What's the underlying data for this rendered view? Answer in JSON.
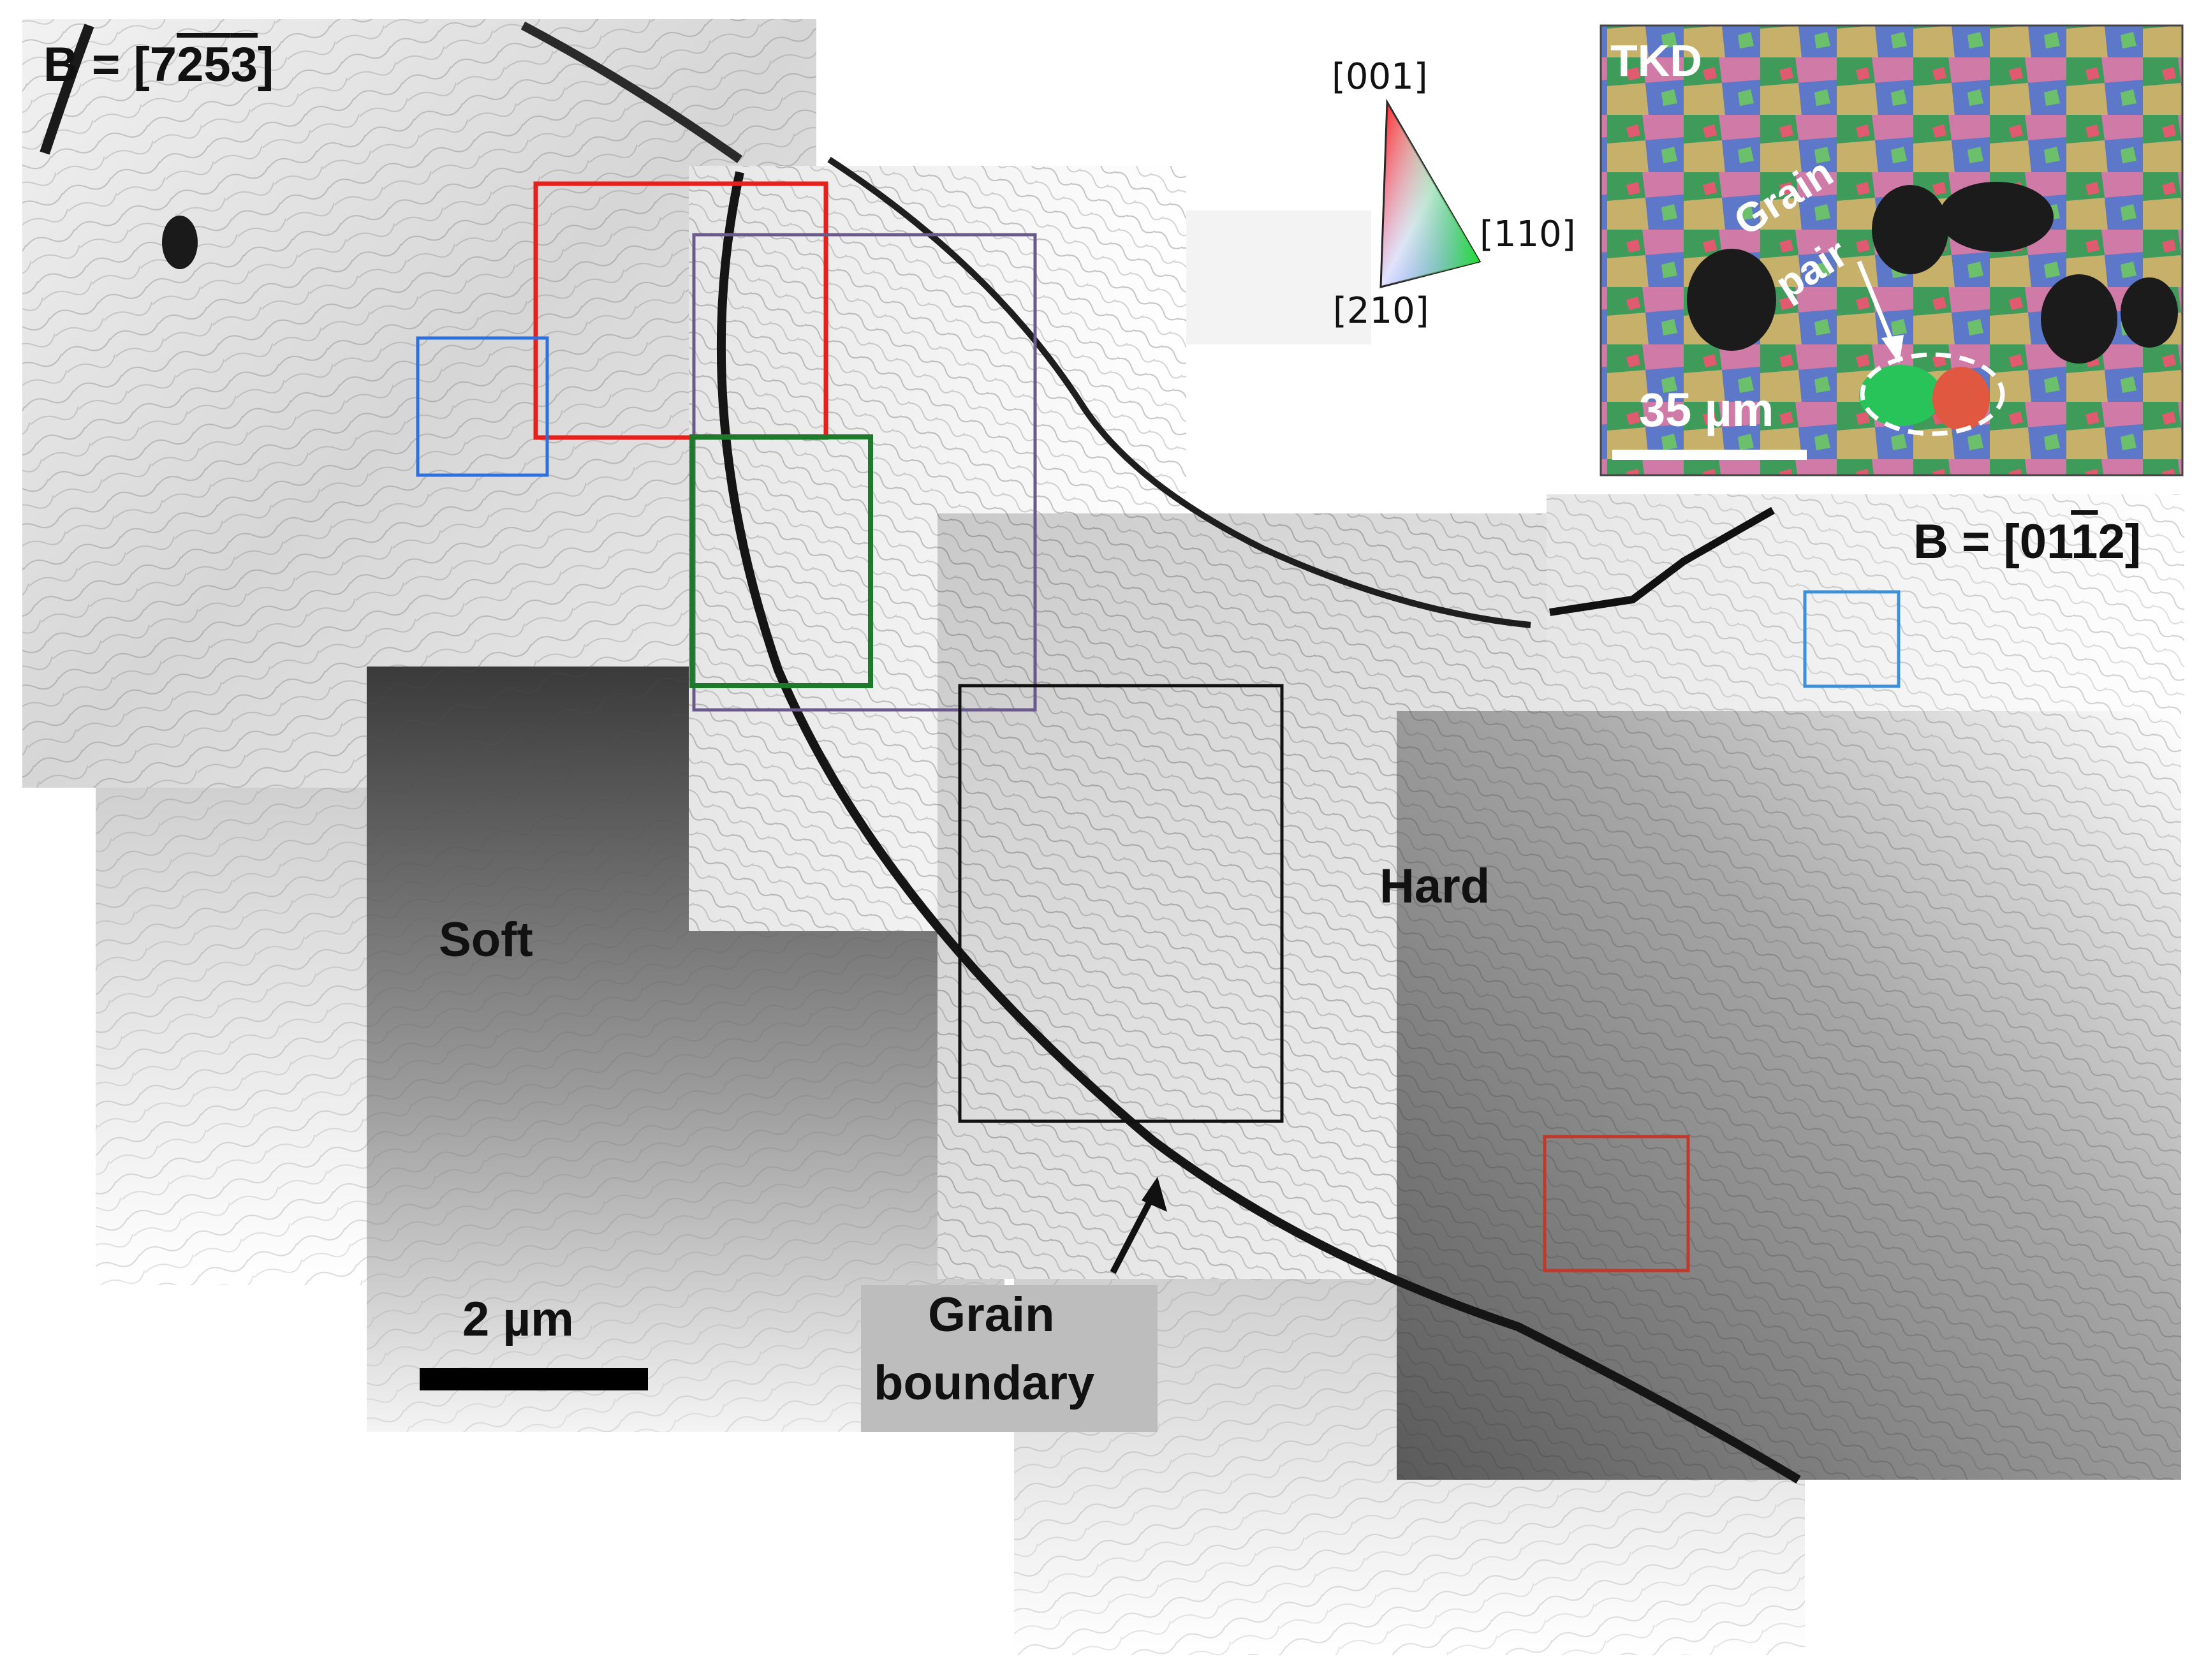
{
  "labels": {
    "zone_axis_left": {
      "prefix": "B = [7",
      "d1": "2",
      "d2": "5",
      "d3": "3",
      "suffix": "]"
    },
    "zone_axis_right": {
      "prefix": "B = [01",
      "d1": "1",
      "suffix": "2]"
    },
    "soft": "Soft",
    "hard": "Hard",
    "grain_boundary_1": "Grain",
    "grain_boundary_2": "boundary",
    "scale_bar": "2 µm"
  },
  "ipf": {
    "top": "[001]",
    "right": "[110]",
    "bottom": "[210]"
  },
  "tkd_inset": {
    "title": "TKD",
    "pair_1": "Grain",
    "pair_2": "pair",
    "scale_bar": "35 µm"
  },
  "colors": {
    "box_red": "#e8201c",
    "box_blue": "#2e6fe0",
    "box_purple": "#6a5a8c",
    "box_green": "#1c7a2a",
    "box_black": "#111111",
    "box_lightblue": "#3d8fd8",
    "box_darkred": "#c0392b"
  }
}
